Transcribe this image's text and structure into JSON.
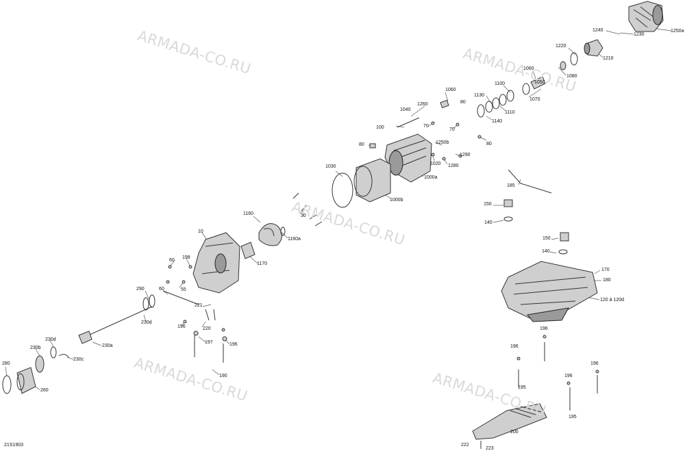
{
  "watermark_text": "ARMADA-CO.RU",
  "reference_code": "21S1903",
  "callouts": [
    {
      "id": "c1250a",
      "text": "1250a"
    },
    {
      "id": "c1240",
      "text": "1240"
    },
    {
      "id": "c1230",
      "text": "1230"
    },
    {
      "id": "c1220",
      "text": "1220"
    },
    {
      "id": "c1210",
      "text": "1210"
    },
    {
      "id": "c1060a",
      "text": "1060"
    },
    {
      "id": "c1080",
      "text": "1080"
    },
    {
      "id": "c1050",
      "text": "1050"
    },
    {
      "id": "c1070",
      "text": "1070"
    },
    {
      "id": "c1100",
      "text": "1100"
    },
    {
      "id": "c1130",
      "text": "1130"
    },
    {
      "id": "c1110",
      "text": "1110"
    },
    {
      "id": "c1140",
      "text": "1140"
    },
    {
      "id": "c1060b",
      "text": "1060"
    },
    {
      "id": "c1260",
      "text": "1260"
    },
    {
      "id": "c1040",
      "text": "1040"
    },
    {
      "id": "c80a",
      "text": "80"
    },
    {
      "id": "c70a",
      "text": "70"
    },
    {
      "id": "c70b",
      "text": "70"
    },
    {
      "id": "c100",
      "text": "100"
    },
    {
      "id": "c80b",
      "text": "80"
    },
    {
      "id": "c1250b",
      "text": "1250b"
    },
    {
      "id": "c80c",
      "text": "80"
    },
    {
      "id": "c1290",
      "text": "1290"
    },
    {
      "id": "c1020",
      "text": "1020"
    },
    {
      "id": "c1280",
      "text": "1280"
    },
    {
      "id": "c1000a",
      "text": "1000a"
    },
    {
      "id": "c1030",
      "text": "1030"
    },
    {
      "id": "c1000b",
      "text": "1000b"
    },
    {
      "id": "c185",
      "text": "185"
    },
    {
      "id": "c150a",
      "text": "150"
    },
    {
      "id": "c140a",
      "text": "140"
    },
    {
      "id": "c30",
      "text": "30"
    },
    {
      "id": "c1160",
      "text": "1160"
    },
    {
      "id": "c1160a",
      "text": "1160a"
    },
    {
      "id": "c1170",
      "text": "1170"
    },
    {
      "id": "c10",
      "text": "10"
    },
    {
      "id": "c150b",
      "text": "150"
    },
    {
      "id": "c140b",
      "text": "140"
    },
    {
      "id": "c170",
      "text": "170"
    },
    {
      "id": "c180",
      "text": "180"
    },
    {
      "id": "c120",
      "text": "120 à 120d"
    },
    {
      "id": "c198",
      "text": "198"
    },
    {
      "id": "c60a",
      "text": "60"
    },
    {
      "id": "c55",
      "text": "55"
    },
    {
      "id": "c290",
      "text": "290"
    },
    {
      "id": "c60b",
      "text": "60"
    },
    {
      "id": "c221",
      "text": "221"
    },
    {
      "id": "c230d",
      "text": "230d"
    },
    {
      "id": "c196a",
      "text": "196"
    },
    {
      "id": "c220",
      "text": "220"
    },
    {
      "id": "c197",
      "text": "197"
    },
    {
      "id": "c196b",
      "text": "196"
    },
    {
      "id": "c230a",
      "text": "230a"
    },
    {
      "id": "c230e",
      "text": "230d"
    },
    {
      "id": "c230b",
      "text": "230b"
    },
    {
      "id": "c230c",
      "text": "230c"
    },
    {
      "id": "c190",
      "text": "190"
    },
    {
      "id": "c280",
      "text": "280"
    },
    {
      "id": "c260",
      "text": "260"
    },
    {
      "id": "c196c",
      "text": "196"
    },
    {
      "id": "c196d",
      "text": "196"
    },
    {
      "id": "c196e",
      "text": "196"
    },
    {
      "id": "c196f",
      "text": "196"
    },
    {
      "id": "c195a",
      "text": "195"
    },
    {
      "id": "c195b",
      "text": "195"
    },
    {
      "id": "c200",
      "text": "200"
    },
    {
      "id": "c222",
      "text": "222"
    },
    {
      "id": "c223",
      "text": "223"
    }
  ]
}
